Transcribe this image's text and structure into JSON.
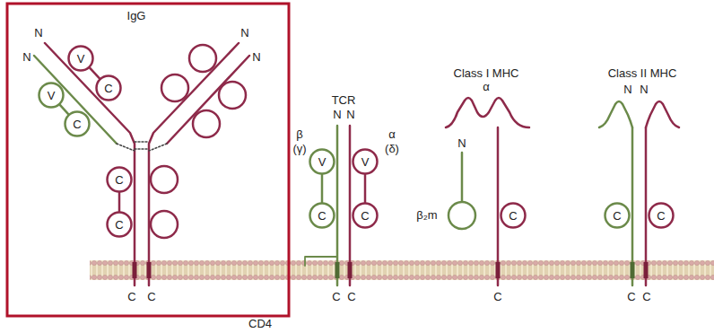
{
  "diagram": {
    "nodes": [
      {
        "text": [
          "V"
        ]
      },
      {
        "text": [
          "C"
        ]
      },
      {
        "text": [
          "V"
        ]
      },
      {
        "text": [
          "C"
        ]
      },
      {
        "text": [
          "C"
        ]
      },
      {
        "text": [
          "C"
        ]
      },
      {
        "text": [
          "V"
        ]
      },
      {
        "text": [
          "V"
        ]
      },
      {
        "text": [
          "C"
        ]
      },
      {
        "text": [
          "C"
        ]
      },
      {
        "text": [
          "C"
        ]
      },
      {
        "text": [
          "C"
        ]
      },
      {
        "text": [
          "C"
        ]
      }
    ],
    "edges": [
      {
        "from": 0,
        "to": 1,
        "arrow": "none"
      },
      {
        "from": 2,
        "to": 3,
        "arrow": "none"
      },
      {
        "from": 4,
        "to": 5,
        "arrow": "none"
      },
      {
        "from": 6,
        "to": 8,
        "arrow": "none"
      },
      {
        "from": 7,
        "to": 9,
        "arrow": "none"
      }
    ],
    "labels": [
      "IgG",
      "N",
      "N",
      "N",
      "N",
      "TCR",
      "N",
      "N",
      "β",
      "(γ)",
      "α",
      "(δ)",
      "Class I MHC",
      "α",
      "N",
      "β₂m",
      "Class II MHC",
      "N",
      "N",
      "C",
      "C",
      "C",
      "C",
      "C",
      "C",
      "C",
      "CD4"
    ]
  }
}
